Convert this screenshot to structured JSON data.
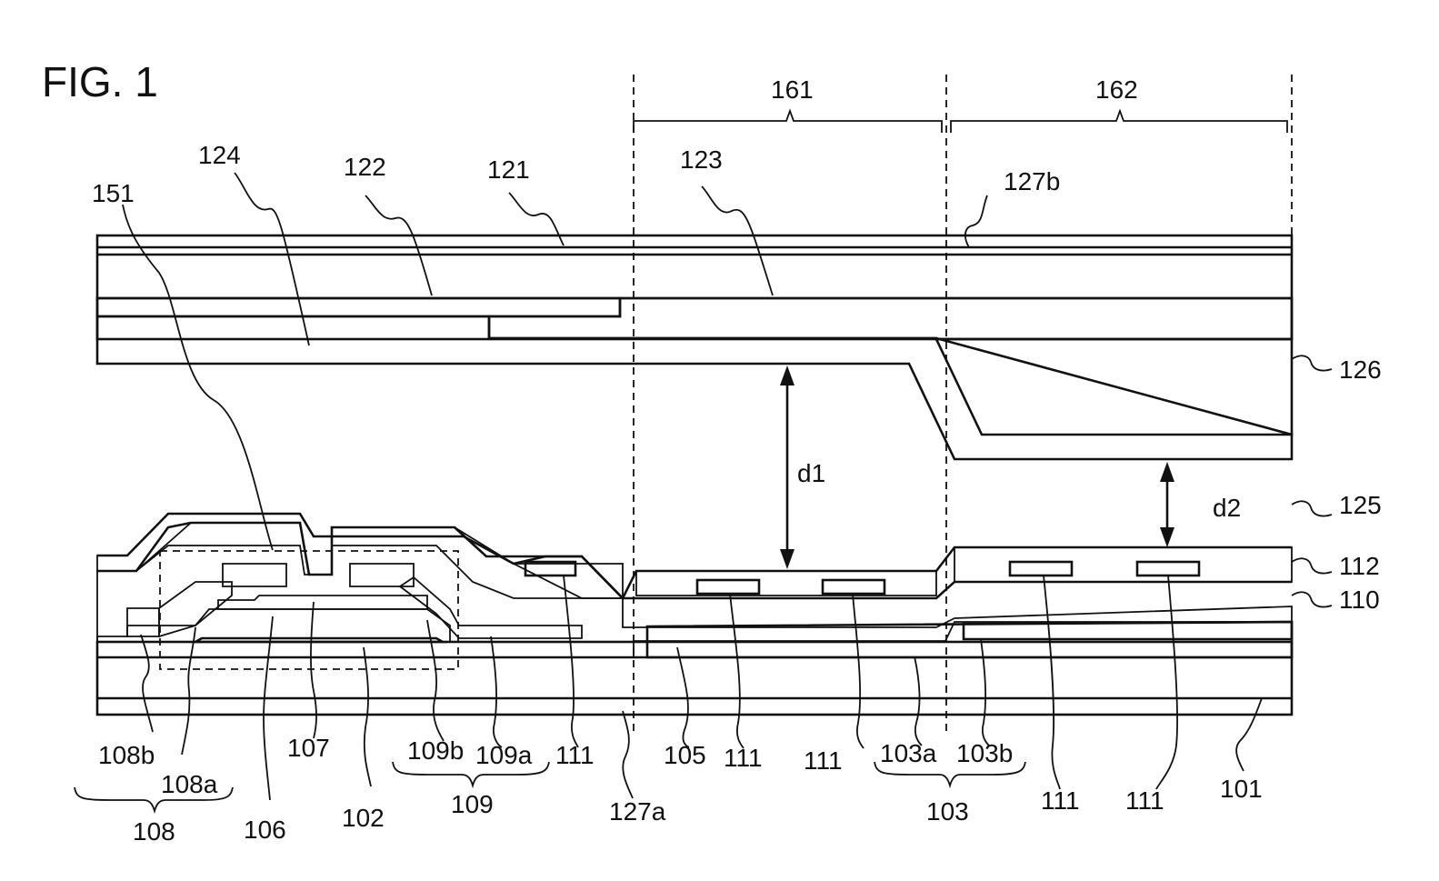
{
  "figure": {
    "title": "FIG. 1"
  },
  "regions": {
    "r161": "161",
    "r162": "162"
  },
  "gaps": {
    "d1": "d1",
    "d2": "d2"
  },
  "labels": {
    "l151": "151",
    "l124": "124",
    "l122": "122",
    "l121": "121",
    "l123": "123",
    "l127b": "127b",
    "l126": "126",
    "l125": "125",
    "l112": "112",
    "l110": "110",
    "l108b": "108b",
    "l108a": "108a",
    "l108": "108",
    "l106": "106",
    "l107": "107",
    "l102": "102",
    "l109b": "109b",
    "l109a": "109a",
    "l109": "109",
    "l111a": "111",
    "l127a": "127a",
    "l105": "105",
    "l111b": "111",
    "l111c": "111",
    "l103a": "103a",
    "l103b": "103b",
    "l103": "103",
    "l111d": "111",
    "l111e": "111",
    "l101": "101"
  },
  "colors": {
    "ink": "#111111",
    "paper": "#ffffff"
  }
}
